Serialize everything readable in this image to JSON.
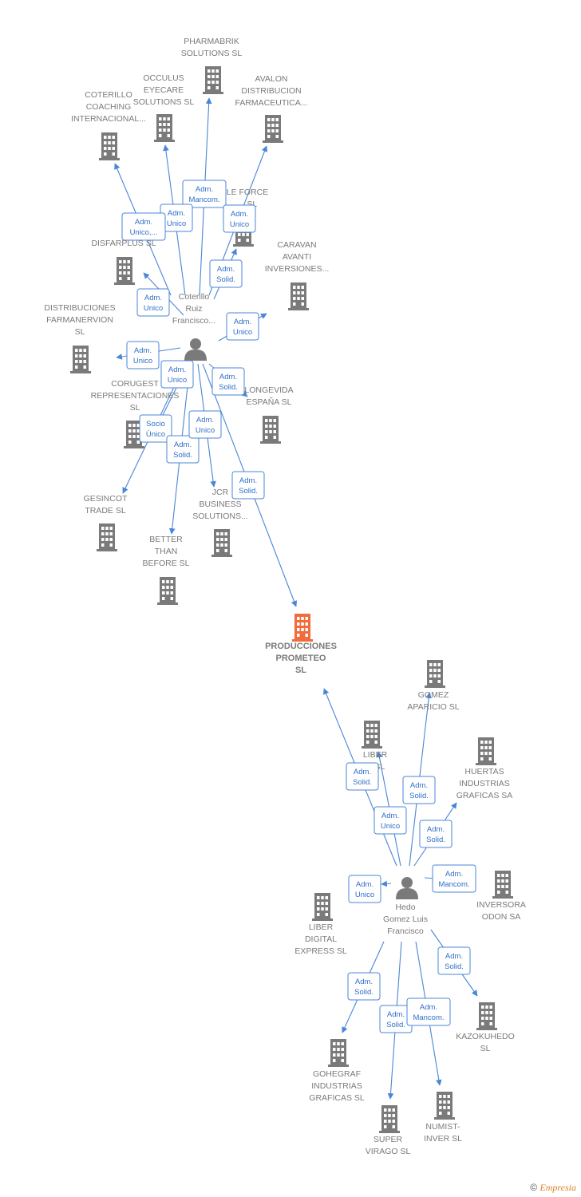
{
  "colors": {
    "company": "#7a7a7a",
    "focus": "#f26b3a",
    "person": "#7a7a7a",
    "edge": "#4a86d8",
    "label": "#7a7a7a"
  },
  "nodes": [
    {
      "id": "pharmabrik",
      "kind": "company",
      "lines": [
        "PHARMABRIK",
        "SOLUTIONS SL"
      ]
    },
    {
      "id": "occulus",
      "kind": "company",
      "lines": [
        "OCCULUS",
        "EYECARE",
        "SOLUTIONS  SL"
      ]
    },
    {
      "id": "avalon",
      "kind": "company",
      "lines": [
        "AVALON",
        "DISTRIBUCION",
        "FARMACEUTICA..."
      ]
    },
    {
      "id": "coterillo-coaching",
      "kind": "company",
      "lines": [
        "COTERILLO",
        "COACHING",
        "INTERNACIONAL..."
      ]
    },
    {
      "id": "le-force",
      "kind": "company",
      "lines": [
        "LE FORCE",
        "...  SL"
      ]
    },
    {
      "id": "disfarplus",
      "kind": "company",
      "lines": [
        "DISFARPLUS  SL"
      ]
    },
    {
      "id": "caravan",
      "kind": "company",
      "lines": [
        "CARAVAN",
        "AVANTI",
        "INVERSIONES..."
      ]
    },
    {
      "id": "coterillo-person",
      "kind": "person",
      "lines": [
        "Coterillo",
        "Ruiz",
        "Francisco..."
      ]
    },
    {
      "id": "distribuciones",
      "kind": "company",
      "lines": [
        "DISTRIBUCIONES",
        "FARMANERVION",
        "SL"
      ]
    },
    {
      "id": "corugest",
      "kind": "company",
      "lines": [
        "CORUGEST",
        "REPRESENTACIONES",
        "SL"
      ]
    },
    {
      "id": "longevida",
      "kind": "company",
      "lines": [
        "LONGEVIDA",
        "ESPAÑA  SL"
      ]
    },
    {
      "id": "gesincot",
      "kind": "company",
      "lines": [
        "GESINCOT",
        "TRADE  SL"
      ]
    },
    {
      "id": "jcr",
      "kind": "company",
      "lines": [
        "JCR",
        "BUSINESS",
        "SOLUTIONS..."
      ]
    },
    {
      "id": "better",
      "kind": "company",
      "lines": [
        "BETTER",
        "THAN",
        "BEFORE  SL"
      ]
    },
    {
      "id": "producciones",
      "kind": "focus",
      "lines": [
        "PRODUCCIONES",
        "PROMETEO",
        "SL"
      ]
    },
    {
      "id": "gomez",
      "kind": "company",
      "lines": [
        "GOMEZ",
        "APARICIO  SL"
      ]
    },
    {
      "id": "liber",
      "kind": "company",
      "lines": [
        "LIBER",
        "...  SL"
      ]
    },
    {
      "id": "huertas",
      "kind": "company",
      "lines": [
        "HUERTAS",
        "INDUSTRIAS",
        "GRAFICAS SA"
      ]
    },
    {
      "id": "inversora",
      "kind": "company",
      "lines": [
        "INVERSORA",
        "ODON SA"
      ]
    },
    {
      "id": "liber-digital",
      "kind": "company",
      "lines": [
        "LIBER",
        "DIGITAL",
        "EXPRESS  SL"
      ]
    },
    {
      "id": "hedo-person",
      "kind": "person",
      "lines": [
        "Hedo",
        "Gomez Luis",
        "Francisco"
      ]
    },
    {
      "id": "kazokuhedo",
      "kind": "company",
      "lines": [
        "KAZOKUHEDO",
        "SL"
      ]
    },
    {
      "id": "gohegraf",
      "kind": "company",
      "lines": [
        "GOHEGRAF",
        "INDUSTRIAS",
        "GRAFICAS SL"
      ]
    },
    {
      "id": "super-virago",
      "kind": "company",
      "lines": [
        "SUPER",
        "VIRAGO  SL"
      ]
    },
    {
      "id": "numist",
      "kind": "company",
      "lines": [
        "NUMIST-",
        "INVER SL"
      ]
    }
  ],
  "edges": [
    {
      "from": "coterillo-person",
      "to": "pharmabrik",
      "label": [
        "Adm.",
        "Mancom."
      ]
    },
    {
      "from": "coterillo-person",
      "to": "occulus",
      "label": [
        "Adm.",
        "Unico"
      ]
    },
    {
      "from": "coterillo-person",
      "to": "avalon",
      "label": [
        "Adm.",
        "Unico"
      ]
    },
    {
      "from": "coterillo-person",
      "to": "coterillo-coaching",
      "label": [
        "Adm.",
        "Unico,..."
      ]
    },
    {
      "from": "coterillo-person",
      "to": "le-force",
      "label": [
        "Adm.",
        "Solid."
      ]
    },
    {
      "from": "coterillo-person",
      "to": "disfarplus",
      "label": [
        "Adm.",
        "Unico"
      ]
    },
    {
      "from": "coterillo-person",
      "to": "caravan",
      "label": [
        "Adm.",
        "Unico"
      ]
    },
    {
      "from": "coterillo-person",
      "to": "distribuciones",
      "label": [
        "Adm.",
        "Unico"
      ]
    },
    {
      "from": "coterillo-person",
      "to": "corugest",
      "label": [
        "Adm.",
        "Unico"
      ]
    },
    {
      "from": "coterillo-person",
      "to": "longevida",
      "label": [
        "Adm.",
        "Solid."
      ]
    },
    {
      "from": "coterillo-person",
      "to": "gesincot",
      "label": [
        "Socio",
        "Único"
      ]
    },
    {
      "from": "coterillo-person",
      "to": "better",
      "label": [
        "Adm.",
        "Solid."
      ]
    },
    {
      "from": "coterillo-person",
      "to": "jcr",
      "label": [
        "Adm.",
        "Unico"
      ]
    },
    {
      "from": "coterillo-person",
      "to": "producciones",
      "label": [
        "Adm.",
        "Solid."
      ]
    },
    {
      "from": "hedo-person",
      "to": "producciones",
      "label": [
        "Adm.",
        "Solid."
      ]
    },
    {
      "from": "hedo-person",
      "to": "gomez",
      "label": [
        "Adm.",
        "Solid."
      ]
    },
    {
      "from": "hedo-person",
      "to": "liber",
      "label": [
        "Adm.",
        "Unico"
      ]
    },
    {
      "from": "hedo-person",
      "to": "huertas",
      "label": [
        "Adm.",
        "Solid."
      ]
    },
    {
      "from": "hedo-person",
      "to": "inversora",
      "label": [
        "Adm.",
        "Mancom."
      ]
    },
    {
      "from": "hedo-person",
      "to": "liber-digital",
      "label": [
        "Adm.",
        "Unico"
      ]
    },
    {
      "from": "hedo-person",
      "to": "kazokuhedo",
      "label": [
        "Adm.",
        "Solid."
      ]
    },
    {
      "from": "hedo-person",
      "to": "gohegraf",
      "label": [
        "Adm.",
        "Solid."
      ]
    },
    {
      "from": "hedo-person",
      "to": "super-virago",
      "label": [
        "Adm.",
        "Solid."
      ]
    },
    {
      "from": "hedo-person",
      "to": "numist",
      "label": [
        "Adm.",
        "Mancom."
      ]
    }
  ],
  "footer": {
    "copyright": "©",
    "brand": "Empresia"
  }
}
